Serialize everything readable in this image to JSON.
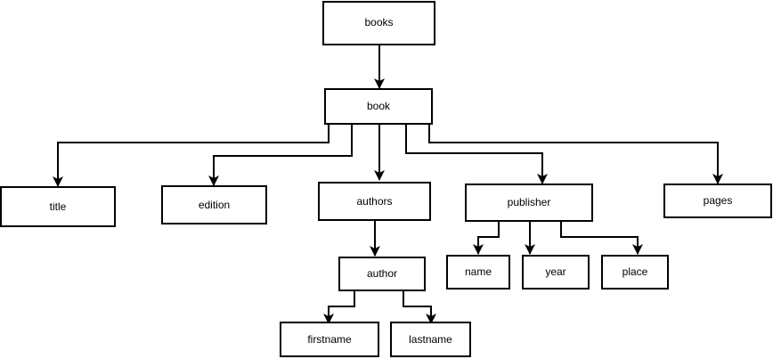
{
  "diagram": {
    "nodes": {
      "books": "books",
      "book": "book",
      "title": "title",
      "edition": "edition",
      "authors": "authors",
      "publisher": "publisher",
      "pages": "pages",
      "author": "author",
      "name": "name",
      "year": "year",
      "place": "place",
      "firstname": "firstname",
      "lastname": "lastname"
    }
  }
}
